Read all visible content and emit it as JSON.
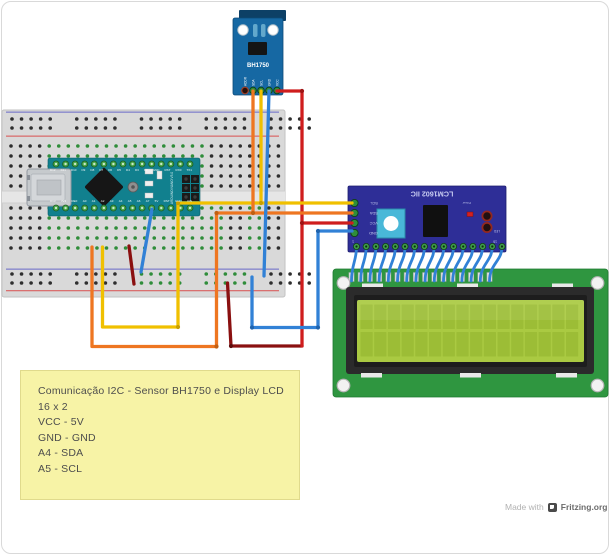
{
  "note": {
    "lines": [
      "Comunicação I2C - Sensor BH1750 e Display LCD",
      "16 x 2",
      "VCC - 5V",
      "GND - GND",
      "A4 - SDA",
      "A5 - SCL"
    ]
  },
  "footer": {
    "made_with": "Made with",
    "brand": "Fritzing.org"
  },
  "bh1750": {
    "label": "BH1750",
    "pin_labels": [
      "ADDR",
      "SDA",
      "SCL",
      "GND",
      "VCC"
    ]
  },
  "lcm1602": {
    "title": "LCM1602 IIC",
    "left_pin_labels": [
      "SCL",
      "SDA",
      "VCC",
      "GND"
    ],
    "power_label": "Power",
    "led_label": "LED",
    "first_pin_number": "1",
    "last_pin_number": "16"
  },
  "nano": {
    "board_label": "ARDUINO NANO V3.0",
    "top_pin_labels": [
      "D12",
      "D11",
      "D10",
      "D9",
      "D8",
      "D7",
      "D6",
      "D5",
      "D4",
      "D3",
      "D2",
      "GND",
      "RST",
      "RX0",
      "TX1"
    ],
    "bottom_pin_labels": [
      "D13",
      "3V3",
      "REF",
      "A0",
      "A1",
      "A2",
      "A3",
      "A4",
      "A5",
      "A6",
      "A7",
      "5V",
      "RST",
      "GND",
      "VIN"
    ]
  },
  "wire_colors": {
    "scl_yellow": "#f0c000",
    "sda_orange": "#ee7621",
    "vcc_red": "#cf1d1d",
    "gnd_blue": "#3181d6",
    "rail_dark_red": "#8a1010"
  }
}
